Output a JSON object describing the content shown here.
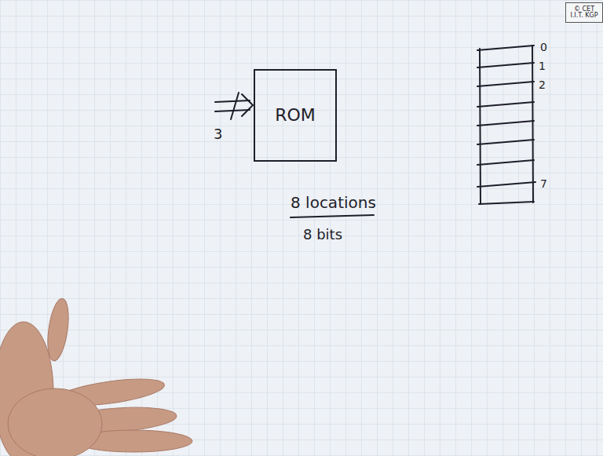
{
  "diagram": {
    "nodes": [
      {
        "text": [
          "© CET I.I.T. KGP"
        ]
      },
      {
        "text": [
          "ROM"
        ]
      }
    ],
    "labels": [
      "3",
      "0",
      "1",
      "2",
      "7",
      "8 locations",
      "8 bits"
    ]
  }
}
